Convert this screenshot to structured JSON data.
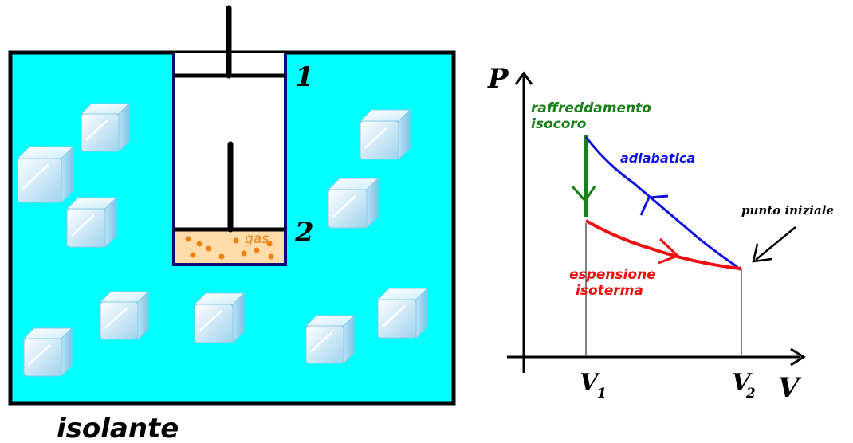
{
  "left_panel": {
    "caption": "isolante",
    "piston_position_1": "1",
    "piston_position_2": "2",
    "gas_label": "gas",
    "ice_cube_count": 11
  },
  "pv_diagram": {
    "y_axis_label": "P",
    "x_axis_label": "V",
    "v1_label": "V",
    "v1_sub": "1",
    "v2_label": "V",
    "v2_sub": "2",
    "origin_tick": "",
    "isochoric_label_line1": "raffreddamento",
    "isochoric_label_line2": "isocoro",
    "adiabatic_label": "adiabatica",
    "isothermal_label_line1": "espensione",
    "isothermal_label_line2": "isoterma",
    "start_point_label": "punto iniziale"
  },
  "colors": {
    "water": "#00ffff",
    "outline": "#000000",
    "cylinder": "#0b0b7a",
    "gas": "#f08010",
    "isochoric": "#1a7f1a",
    "adiabatic": "#1010e0",
    "isothermal": "#ee1010"
  }
}
